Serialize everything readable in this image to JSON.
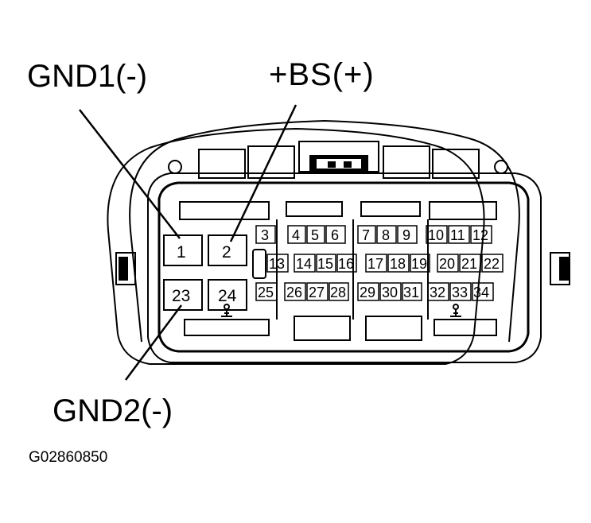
{
  "labels": {
    "gnd1": "GND1(-)",
    "bs": "+BS(+)",
    "gnd2": "GND2(-)",
    "figure_code": "G02860850"
  },
  "pins": {
    "big_top": [
      "1",
      "2"
    ],
    "big_bottom": [
      "23",
      "24"
    ],
    "row1": [
      "3",
      "4",
      "5",
      "6",
      "7",
      "8",
      "9",
      "10",
      "11",
      "12"
    ],
    "row2": [
      "13",
      "14",
      "15",
      "16",
      "17",
      "18",
      "19",
      "20",
      "21",
      "22"
    ],
    "row3": [
      "25",
      "26",
      "27",
      "28",
      "29",
      "30",
      "31",
      "32",
      "33",
      "34"
    ]
  },
  "colors": {
    "line": "#000000",
    "background": "#ffffff"
  }
}
